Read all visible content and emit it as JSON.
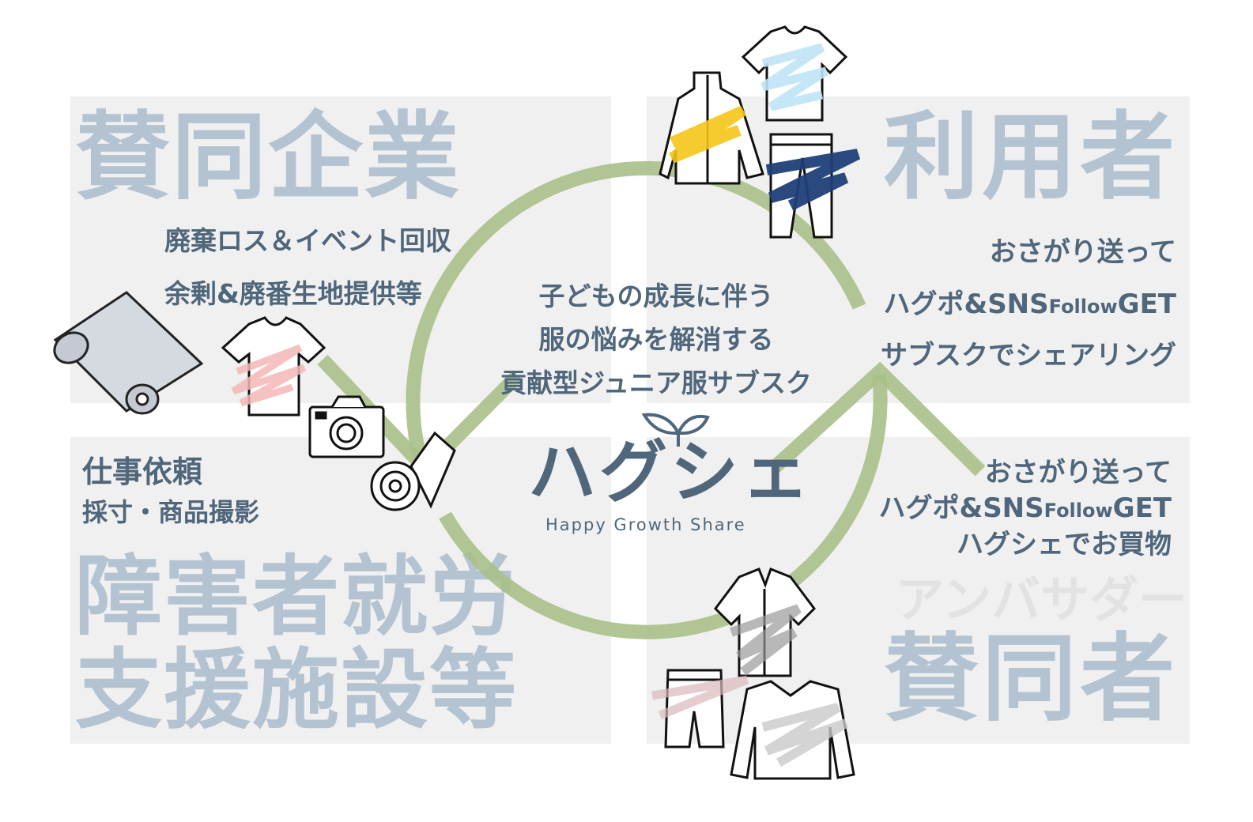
{
  "sponsors": {
    "title": "賛同企業",
    "line1": "廃棄ロス＆イベント回収",
    "line2": "余剰&廃番生地提供等"
  },
  "users": {
    "title": "利用者",
    "line1": "おさがり送って",
    "line2": "ハグポ&SNS",
    "line2_small": "Follow",
    "line2_end": "GET",
    "line3": "サブスクでシェアリング"
  },
  "facilities": {
    "title_line1": "障害者就労",
    "title_line2": "支援施設等",
    "line1": "仕事依頼",
    "line2": "採寸・商品撮影"
  },
  "ambassadors": {
    "subtitle": "アンバサダー",
    "title": "賛同者",
    "line1": "おさがり送って",
    "line2": "ハグポ&SNS",
    "line2_small": "Follow",
    "line2_end": "GET",
    "line3": "ハグシェでお買物"
  },
  "center": {
    "line1": "子どもの成長に伴う",
    "line2": "服の悩みを解消する",
    "line3": "貢献型ジュニア服サブスク"
  },
  "logo": {
    "name": "ハグシェ",
    "tagline": "Happy Growth Share"
  },
  "icons": [
    "fabric-roll-icon",
    "tshirt-icon",
    "camera-icon",
    "measuring-tape-icon",
    "jacket-icon",
    "pants-icon",
    "shirt-icon",
    "shorts-icon",
    "sweater-icon",
    "sprout-icon"
  ],
  "colors": {
    "panel": "#f0f0f0",
    "big_text": "#b4c3d1",
    "body_text": "#4f667b",
    "cycle_green": "#a9c088",
    "yellow": "#f5c518",
    "light_blue": "#bfe3f5",
    "navy": "#1f3f77",
    "pink": "#f4b6b6",
    "gray": "#b0b0b0"
  }
}
